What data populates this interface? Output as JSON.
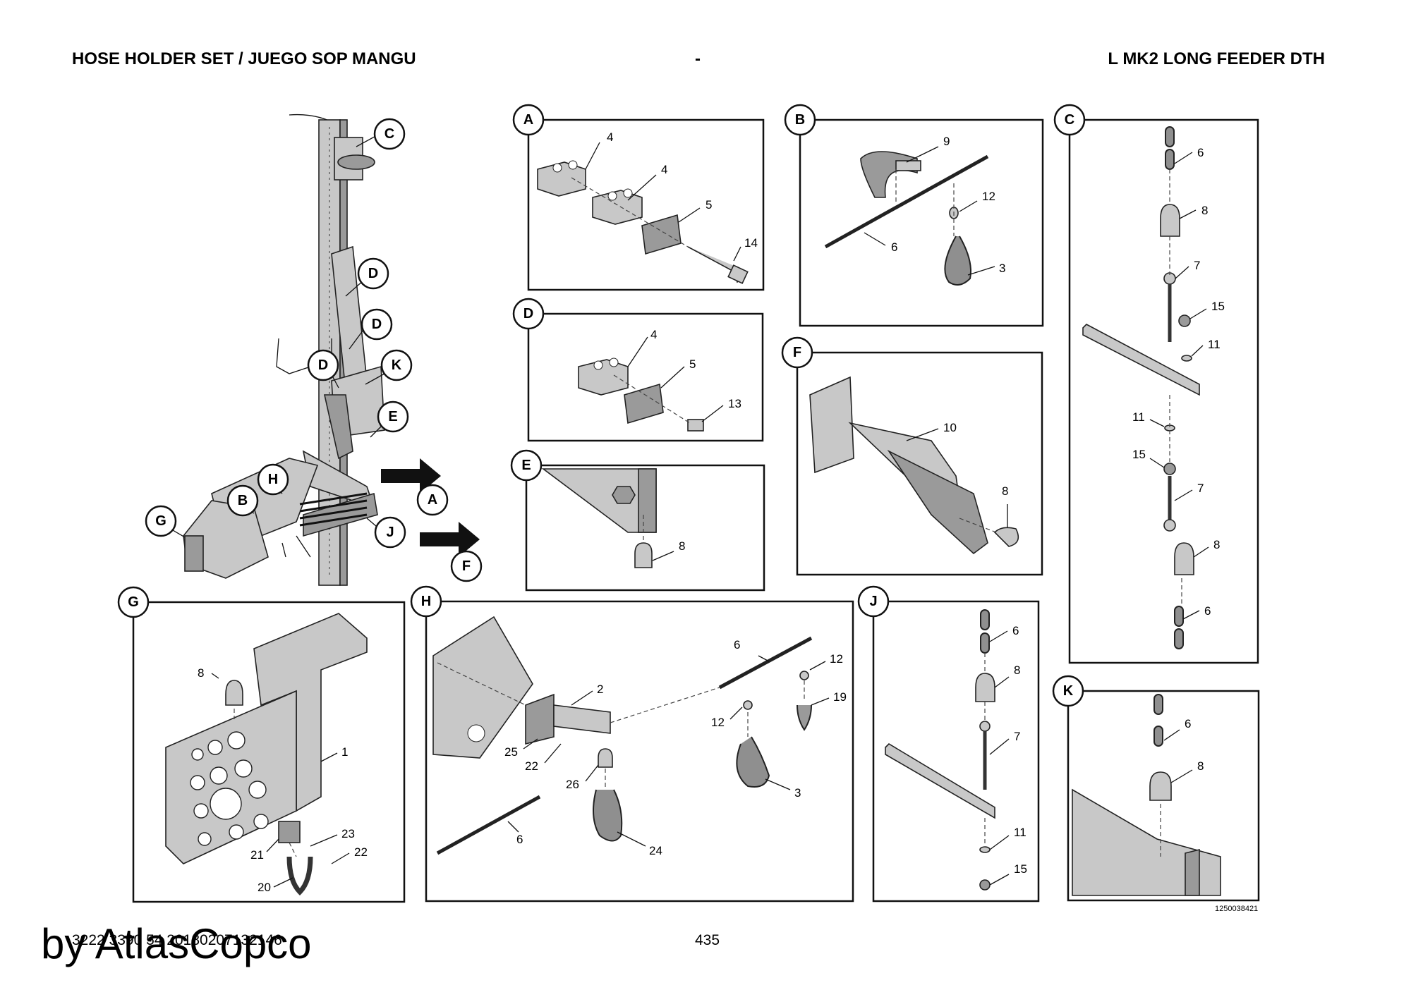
{
  "header": {
    "left_title": "HOSE HOLDER SET / JUEGO SOP MANGU",
    "center": "-",
    "right_title": "L MK2 LONG FEEDER DTH"
  },
  "footer": {
    "doc_id": "3222 3390 54  20180207132146",
    "page": "435",
    "watermark": "by AtlasCopco",
    "drawing_no": "1250038421"
  },
  "overview": {
    "callouts": [
      "C",
      "D",
      "D",
      "D",
      "K",
      "E",
      "H",
      "B",
      "A",
      "G",
      "J",
      "F"
    ]
  },
  "panels": {
    "A": {
      "label": "A",
      "parts": [
        "4",
        "4",
        "5",
        "14"
      ]
    },
    "B": {
      "label": "B",
      "parts": [
        "9",
        "12",
        "6",
        "3"
      ]
    },
    "C": {
      "label": "C",
      "parts": [
        "6",
        "8",
        "7",
        "15",
        "11",
        "11",
        "15",
        "7",
        "8",
        "6"
      ]
    },
    "D": {
      "label": "D",
      "parts": [
        "4",
        "5",
        "13"
      ]
    },
    "E": {
      "label": "E",
      "parts": [
        "8"
      ]
    },
    "F": {
      "label": "F",
      "parts": [
        "10",
        "8"
      ]
    },
    "G": {
      "label": "G",
      "parts": [
        "8",
        "1",
        "23",
        "22",
        "21",
        "20"
      ]
    },
    "H": {
      "label": "H",
      "parts": [
        "6",
        "12",
        "19",
        "2",
        "12",
        "25",
        "22",
        "26",
        "3",
        "6",
        "24"
      ]
    },
    "J": {
      "label": "J",
      "parts": [
        "6",
        "8",
        "7",
        "11",
        "15"
      ]
    },
    "K": {
      "label": "K",
      "parts": [
        "6",
        "8"
      ]
    }
  }
}
